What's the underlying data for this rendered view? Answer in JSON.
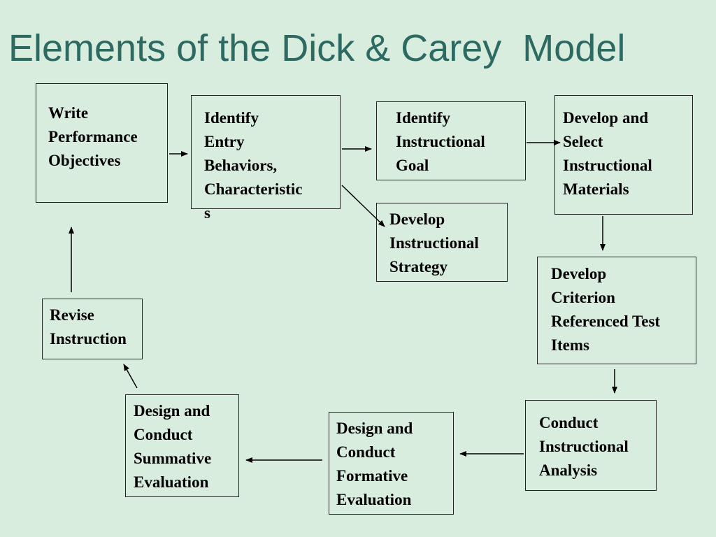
{
  "title": "Elements of the Dick & Carey  Model",
  "colors": {
    "background": "#d9eddf",
    "title": "#2d6a62",
    "line": "#000000"
  },
  "nodes": {
    "write_objectives": {
      "lines": [
        "Write",
        "Performance",
        "Objectives"
      ]
    },
    "identify_entry": {
      "lines": [
        "Identify",
        "Entry",
        "Behaviors,",
        "Characteristic",
        "s"
      ]
    },
    "identify_goal": {
      "lines": [
        "Identify",
        "Instructional",
        "Goal"
      ]
    },
    "develop_materials": {
      "lines": [
        "Develop and",
        "Select",
        "Instructional",
        "Materials"
      ]
    },
    "develop_strategy": {
      "lines": [
        "Develop",
        "Instructional",
        "Strategy"
      ]
    },
    "develop_test_items": {
      "lines": [
        "Develop",
        "Criterion",
        "Referenced Test",
        "Items"
      ]
    },
    "revise_instruction": {
      "lines": [
        "Revise",
        "Instruction"
      ]
    },
    "summative_evaluation": {
      "lines": [
        "Design and",
        "Conduct",
        "Summative",
        "Evaluation"
      ]
    },
    "formative_evaluation": {
      "lines": [
        "Design and",
        "Conduct",
        "Formative",
        "Evaluation"
      ]
    },
    "instructional_analysis": {
      "lines": [
        "Conduct",
        "Instructional",
        "Analysis"
      ]
    }
  }
}
